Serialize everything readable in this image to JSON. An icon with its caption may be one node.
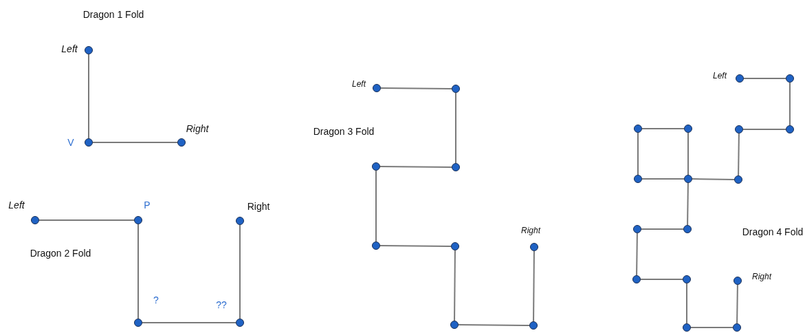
{
  "diagram": {
    "nodes": [
      {
        "text": [],
        "shape": "circle",
        "beside": [
          "Left"
        ]
      },
      {
        "text": [],
        "shape": "circle",
        "beside": [
          "V"
        ]
      },
      {
        "text": [],
        "shape": "circle",
        "beside": [
          "Right"
        ]
      },
      {
        "text": [],
        "shape": "circle",
        "beside": [
          "Left"
        ]
      },
      {
        "text": [],
        "shape": "circle",
        "beside": [
          "P"
        ]
      },
      {
        "text": [],
        "shape": "circle",
        "beside": [
          "?"
        ]
      },
      {
        "text": [],
        "shape": "circle",
        "beside": [
          "??"
        ]
      },
      {
        "text": [],
        "shape": "circle",
        "beside": [
          "Right"
        ]
      },
      {
        "text": [],
        "shape": "circle",
        "beside": [
          "Left"
        ]
      },
      {
        "text": [],
        "shape": "circle"
      },
      {
        "text": [],
        "shape": "circle"
      },
      {
        "text": [],
        "shape": "circle"
      },
      {
        "text": [],
        "shape": "circle"
      },
      {
        "text": [],
        "shape": "circle"
      },
      {
        "text": [],
        "shape": "circle"
      },
      {
        "text": [],
        "shape": "circle"
      },
      {
        "text": [],
        "shape": "circle",
        "beside": [
          "Right"
        ]
      },
      {
        "text": [],
        "shape": "circle",
        "beside": [
          "Left"
        ]
      },
      {
        "text": [],
        "shape": "circle"
      },
      {
        "text": [],
        "shape": "circle"
      },
      {
        "text": [],
        "shape": "circle"
      },
      {
        "text": [],
        "shape": "circle"
      },
      {
        "text": [],
        "shape": "circle"
      },
      {
        "text": [],
        "shape": "circle"
      },
      {
        "text": [],
        "shape": "circle"
      },
      {
        "text": [],
        "shape": "circle"
      },
      {
        "text": [],
        "shape": "circle"
      },
      {
        "text": [],
        "shape": "circle"
      },
      {
        "text": [],
        "shape": "circle"
      },
      {
        "text": [],
        "shape": "circle"
      },
      {
        "text": [],
        "shape": "circle"
      },
      {
        "text": [],
        "shape": "circle"
      },
      {
        "text": [],
        "shape": "circle",
        "beside": [
          "Right"
        ]
      }
    ],
    "edges": [
      {
        "from": 0,
        "to": 1,
        "arrow": "none"
      },
      {
        "from": 1,
        "to": 2,
        "arrow": "none"
      },
      {
        "from": 3,
        "to": 4,
        "arrow": "none"
      },
      {
        "from": 4,
        "to": 5,
        "arrow": "none"
      },
      {
        "from": 5,
        "to": 6,
        "arrow": "none"
      },
      {
        "from": 6,
        "to": 7,
        "arrow": "none"
      },
      {
        "from": 8,
        "to": 9,
        "arrow": "none"
      },
      {
        "from": 9,
        "to": 10,
        "arrow": "none"
      },
      {
        "from": 10,
        "to": 11,
        "arrow": "none"
      },
      {
        "from": 11,
        "to": 12,
        "arrow": "none"
      },
      {
        "from": 12,
        "to": 13,
        "arrow": "none"
      },
      {
        "from": 13,
        "to": 14,
        "arrow": "none"
      },
      {
        "from": 14,
        "to": 15,
        "arrow": "none"
      },
      {
        "from": 15,
        "to": 16,
        "arrow": "none"
      },
      {
        "from": 17,
        "to": 18,
        "arrow": "none"
      },
      {
        "from": 18,
        "to": 19,
        "arrow": "none"
      },
      {
        "from": 19,
        "to": 20,
        "arrow": "none"
      },
      {
        "from": 20,
        "to": 21,
        "arrow": "none"
      },
      {
        "from": 21,
        "to": 22,
        "arrow": "none"
      },
      {
        "from": 22,
        "to": 23,
        "arrow": "none"
      },
      {
        "from": 23,
        "to": 24,
        "arrow": "none"
      },
      {
        "from": 24,
        "to": 25,
        "arrow": "none"
      },
      {
        "from": 25,
        "to": 22,
        "arrow": "none"
      },
      {
        "from": 22,
        "to": 26,
        "arrow": "none"
      },
      {
        "from": 26,
        "to": 27,
        "arrow": "none"
      },
      {
        "from": 27,
        "to": 28,
        "arrow": "none"
      },
      {
        "from": 28,
        "to": 29,
        "arrow": "none"
      },
      {
        "from": 29,
        "to": 30,
        "arrow": "none"
      },
      {
        "from": 30,
        "to": 31,
        "arrow": "none"
      },
      {
        "from": 31,
        "to": 32,
        "arrow": "none"
      }
    ],
    "labels": [
      "Dragon 1 Fold",
      "Dragon 2 Fold",
      "Dragon 3 Fold",
      "Dragon 4 Fold"
    ]
  }
}
